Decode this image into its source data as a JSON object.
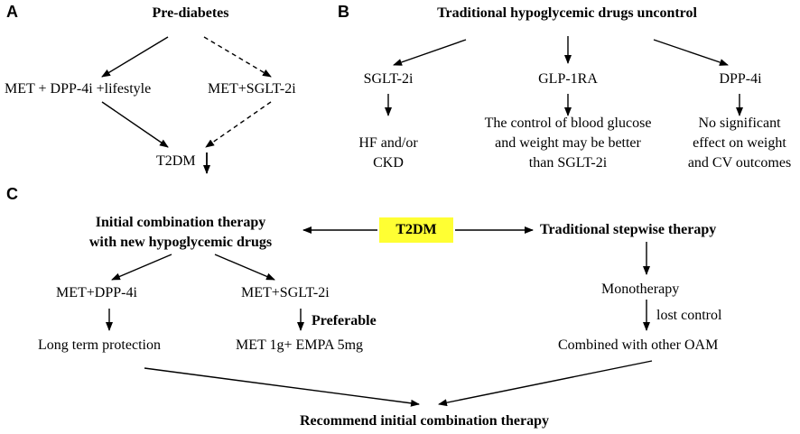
{
  "panels": {
    "a": "A",
    "b": "B",
    "c": "C"
  },
  "panel_a": {
    "title": "Pre-diabetes",
    "left": "MET + DPP-4i +lifestyle",
    "right": "MET+SGLT-2i",
    "outcome": "T2DM"
  },
  "panel_b": {
    "title": "Traditional hypoglycemic drugs uncontrol",
    "drug1": "SGLT-2i",
    "drug2": "GLP-1RA",
    "drug3": "DPP-4i",
    "result1": [
      "HF and/or",
      "CKD"
    ],
    "result2": [
      "The control of blood glucose",
      "and weight may be better",
      "than SGLT-2i"
    ],
    "result3": [
      "No significant",
      "effect on weight",
      "and CV outcomes"
    ]
  },
  "panel_c": {
    "center": "T2DM",
    "center_highlight": "#ffff33",
    "left_title": [
      "Initial combination therapy",
      "with new hypoglycemic drugs"
    ],
    "right_title": "Traditional stepwise therapy",
    "option1": "MET+DPP-4i",
    "option1_result": "Long term protection",
    "option2": "MET+SGLT-2i",
    "option2_note": "Preferable",
    "option2_result": "MET 1g+ EMPA 5mg",
    "mono": "Monotherapy",
    "lost": "lost control",
    "combined": "Combined with other OAM",
    "recommend": "Recommend initial combination therapy"
  }
}
